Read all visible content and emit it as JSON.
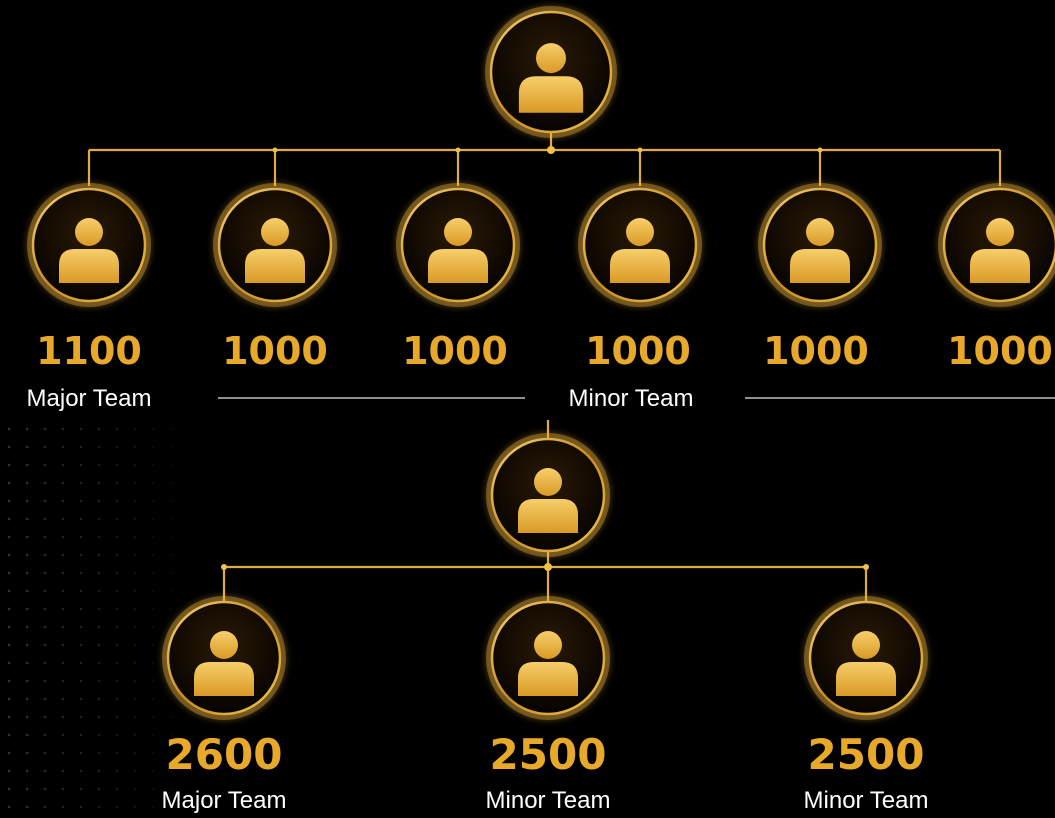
{
  "colors": {
    "background": "#000000",
    "gold": "#e8b43a",
    "gold_dark": "#a8741c",
    "number": "#e8a92a",
    "label": "#ffffff"
  },
  "icon": "user-avatar-icon",
  "tree1": {
    "root": {
      "icon": "user-avatar-icon"
    },
    "children": [
      {
        "value": "1100"
      },
      {
        "value": "1000"
      },
      {
        "value": "1000"
      },
      {
        "value": "1000"
      },
      {
        "value": "1000"
      },
      {
        "value": "1000"
      }
    ],
    "labels": {
      "major": "Major Team",
      "minor": "Minor Team"
    }
  },
  "tree2": {
    "root": {
      "icon": "user-avatar-icon"
    },
    "children": [
      {
        "value": "2600",
        "label": "Major Team"
      },
      {
        "value": "2500",
        "label": "Minor Team"
      },
      {
        "value": "2500",
        "label": "Minor Team"
      }
    ]
  }
}
